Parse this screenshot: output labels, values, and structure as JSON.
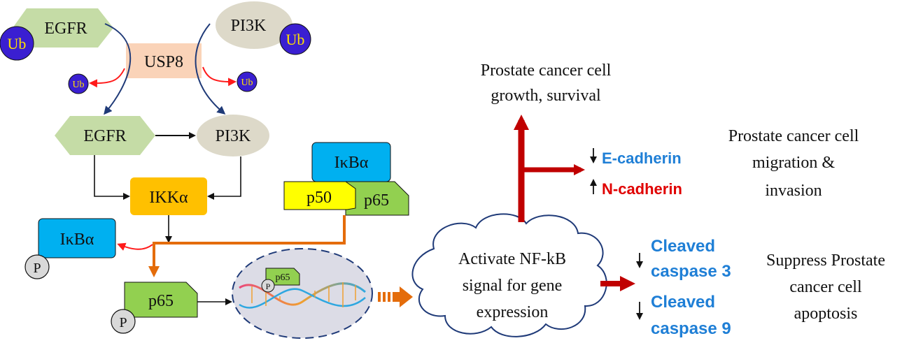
{
  "nodes": {
    "egfr_top": "EGFR",
    "pi3k_top": "PI3K",
    "usp8": "USP8",
    "egfr_mid": "EGFR",
    "pi3k_mid": "PI3K",
    "ikka": "IKKα",
    "ikba_left": "IκBα",
    "ikba_complex": "IκBα",
    "p50": "p50",
    "p65_complex": "p65",
    "p65_left": "p65",
    "p65_dna": "p65",
    "cloud_line1": "Activate  NF-kB",
    "cloud_line2": "signal  for gene",
    "cloud_line3": "expression"
  },
  "modifiers": {
    "ub": "Ub",
    "phospho": "P"
  },
  "outcomes": {
    "growth_line1": "Prostate cancer cell",
    "growth_line2": "growth, survival",
    "ecadherin": "E-cadherin",
    "ncadherin": "N-cadherin",
    "migration_line1": "Prostate cancer cell",
    "migration_line2": "migration  &",
    "migration_line3": "invasion",
    "cleaved1_line1": "Cleaved",
    "cleaved1_line2": "caspase 3",
    "cleaved2_line1": "Cleaved",
    "cleaved2_line2": "caspase 9",
    "apoptosis_line1": "Suppress Prostate",
    "apoptosis_line2": "cancer cell",
    "apoptosis_line3": "apoptosis"
  },
  "colors": {
    "egfr_fill": "#c5dca6",
    "pi3k_fill": "#ddd9c9",
    "usp8_fill": "#fad3b8",
    "ikka_fill": "#ffc000",
    "ikba_fill": "#00b0f0",
    "p50_fill": "#ffff00",
    "p65_fill": "#92d050",
    "ub_fill": "#3a1fd1",
    "phospho_fill": "#d9d9d9",
    "blue_text": "#1f7fd6",
    "red_text": "#e00000",
    "dark_red_arrow": "#c00000",
    "orange_arrow": "#e46c0a",
    "navy_arrow": "#1f3a78"
  }
}
